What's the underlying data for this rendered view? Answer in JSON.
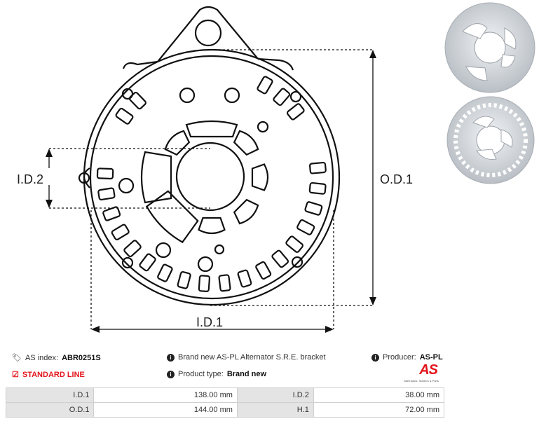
{
  "drawing": {
    "labels": {
      "id2": "I.D.2",
      "od1": "O.D.1",
      "id1": "I.D.1"
    }
  },
  "info": {
    "as_index_label": "AS index:",
    "as_index_value": "ABR0251S",
    "line": "STANDARD LINE",
    "description": "Brand new AS-PL Alternator S.R.E. bracket",
    "product_type_label": "Product type:",
    "product_type_value": "Brand new",
    "producer_label": "Producer:",
    "producer_value": "AS-PL",
    "logo_text": "AS",
    "logo_tagline": "Alternators, Starters & Parts"
  },
  "specs": [
    {
      "k1": "I.D.1",
      "v1": "138.00 mm",
      "k2": "I.D.2",
      "v2": "38.00 mm"
    },
    {
      "k1": "O.D.1",
      "v1": "144.00 mm",
      "k2": "H.1",
      "v2": "72.00 mm"
    }
  ],
  "colors": {
    "accent": "#e3141c",
    "table_key_bg": "#e4e4e4"
  }
}
